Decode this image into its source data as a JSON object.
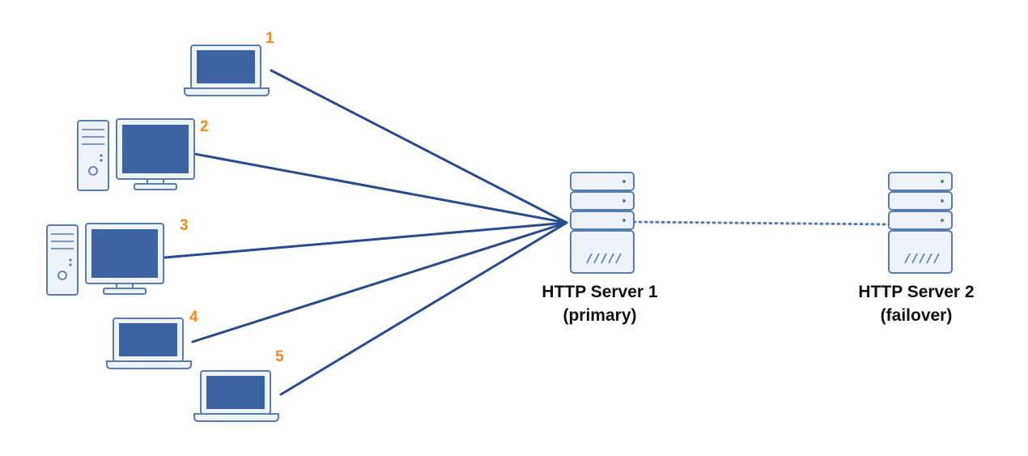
{
  "colors": {
    "link": "#2b4a8b",
    "device_stroke": "#5d7cae",
    "device_fill": "#eef3fa",
    "screen_fill": "#3d64a2",
    "number": "#f28c1a",
    "label": "#111111"
  },
  "clients": [
    {
      "number": "1",
      "kind": "laptop",
      "icon": "laptop-icon"
    },
    {
      "number": "2",
      "kind": "desktop",
      "icon": "desktop-computer-icon"
    },
    {
      "number": "3",
      "kind": "desktop",
      "icon": "desktop-computer-icon"
    },
    {
      "number": "4",
      "kind": "laptop",
      "icon": "laptop-icon"
    },
    {
      "number": "5",
      "kind": "laptop",
      "icon": "laptop-icon"
    }
  ],
  "servers": [
    {
      "name": "HTTP Server 1",
      "role": "(primary)",
      "icon": "server-rack-icon"
    },
    {
      "name": "HTTP Server 2",
      "role": "(failover)",
      "icon": "server-rack-icon"
    }
  ],
  "links": {
    "client_to_primary": "solid",
    "primary_to_failover": "dotted"
  }
}
